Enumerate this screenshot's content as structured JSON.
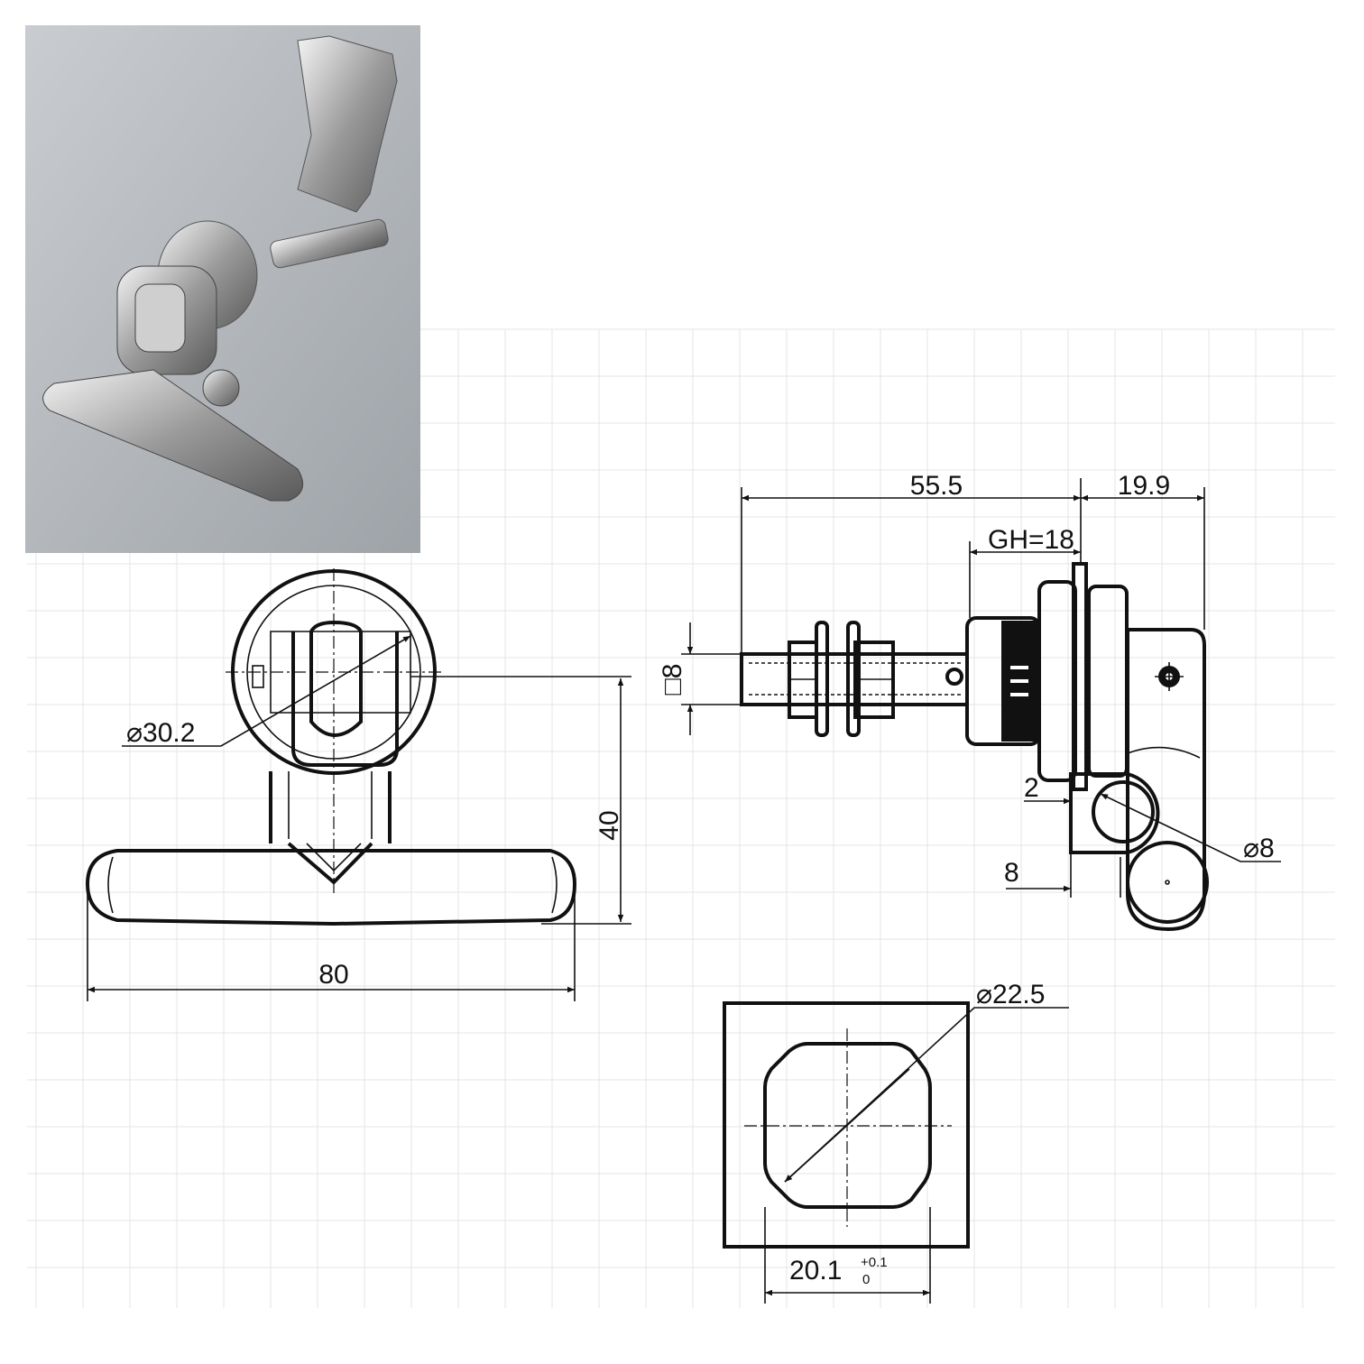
{
  "title": "T-handle compression lock technical drawing",
  "photo": {
    "icon": "product-render-image"
  },
  "front_view": {
    "diameter_label": "⌀30.2",
    "height_label": "40",
    "width_label": "80"
  },
  "side_view": {
    "length_label": "55.5",
    "offset_label": "19.9",
    "grip_label": "GH=18",
    "square_label": "□8",
    "gap_label": "2",
    "cam_offset_label": "8",
    "roller_diameter_label": "⌀8"
  },
  "cutout_view": {
    "diameter_label": "⌀22.5",
    "flat_label": "20.1",
    "tol_upper": "+0.1",
    "tol_lower": "0"
  }
}
